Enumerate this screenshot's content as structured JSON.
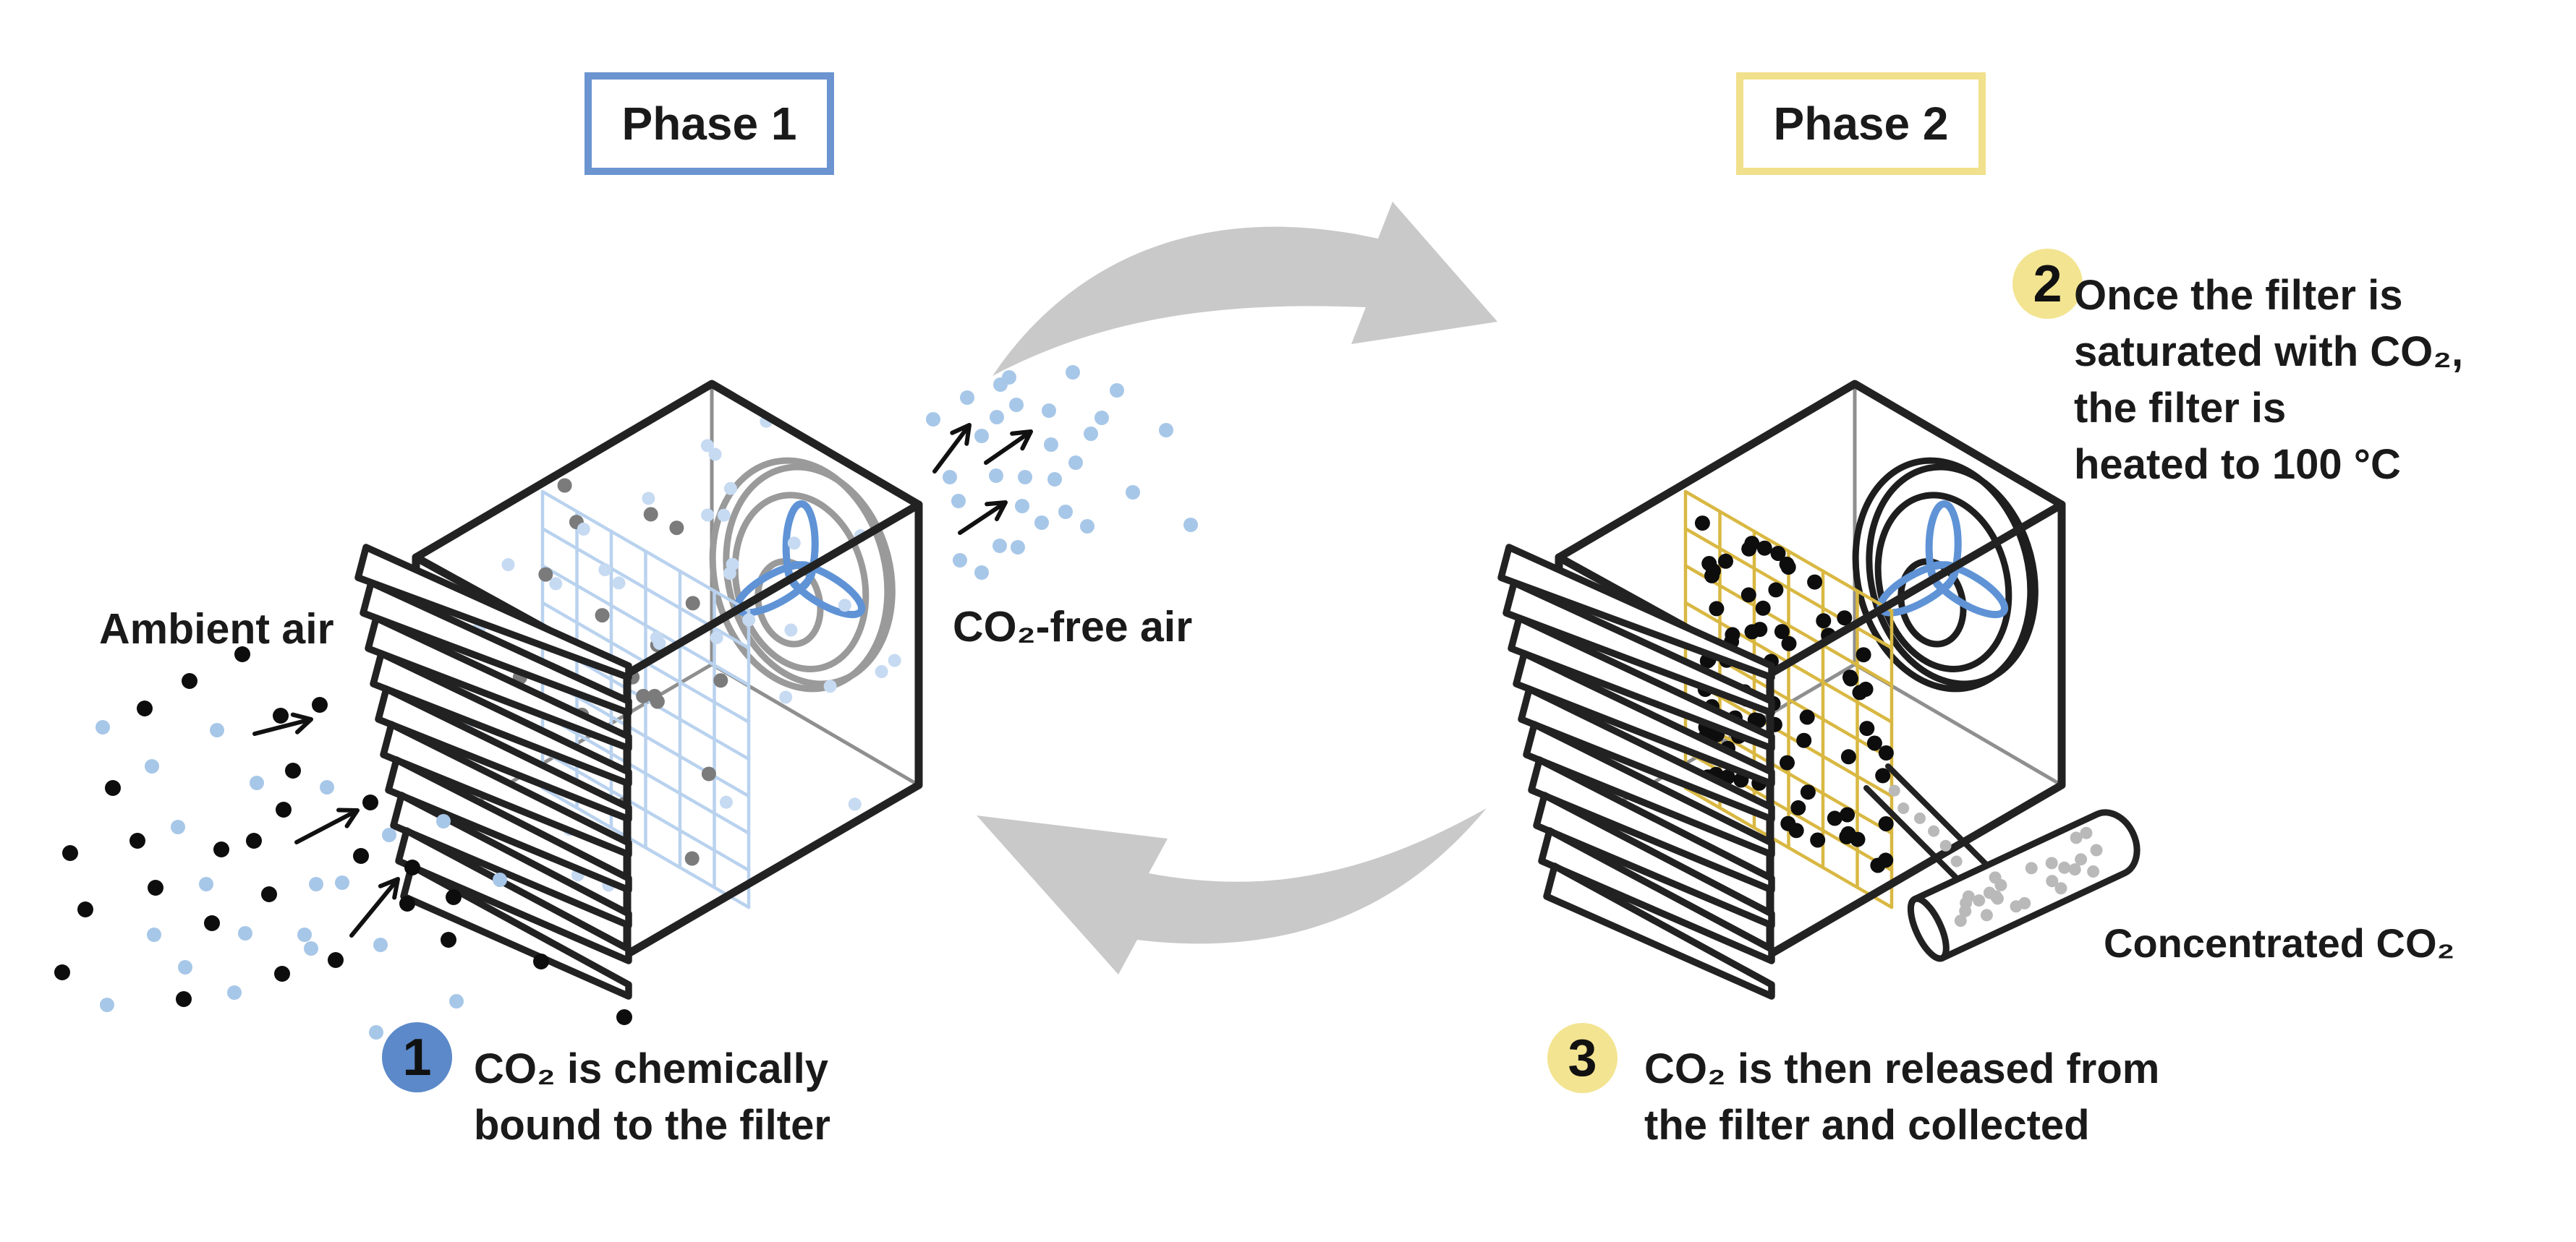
{
  "phase1": {
    "label": "Phase 1",
    "border_color": "#6b94d0"
  },
  "phase2": {
    "label": "Phase 2",
    "border_color": "#f1e08c"
  },
  "labels": {
    "ambient_air": "Ambient air",
    "co2_free_air": "CO₂-free air",
    "concentrated_co2": "Concentrated CO₂"
  },
  "steps": [
    {
      "number": "1",
      "badge_color": "#5b89c9",
      "text_lines": [
        "CO₂ is chemically",
        "bound to the filter"
      ]
    },
    {
      "number": "2",
      "badge_color": "#f3e491",
      "text_lines": [
        "Once the filter is",
        "saturated with CO₂,",
        "the filter is",
        "heated to 100 °C"
      ]
    },
    {
      "number": "3",
      "badge_color": "#f3e491",
      "text_lines": [
        "CO₂ is then released from",
        "the filter and collected"
      ]
    }
  ],
  "colors": {
    "outline": "#222222",
    "hidden_edge": "#8f8f8f",
    "swoosh_gray": "#c9c9c9",
    "blue_dot": "#a7c7e8",
    "interior_blue_dot": "#c6daf2",
    "gray_dot": "#7b7b7b",
    "black_dot": "#0d0d0d",
    "trail_gray_dot": "#b9b9b9",
    "grid_blue": "#b9d2ee",
    "grid_gold": "#d9b842",
    "fan_ring_gray": "#9a9a9a",
    "fan_ring_black": "#1e1e1e",
    "propeller_blue": "#5f93d6",
    "text": "#1a1a1a"
  }
}
